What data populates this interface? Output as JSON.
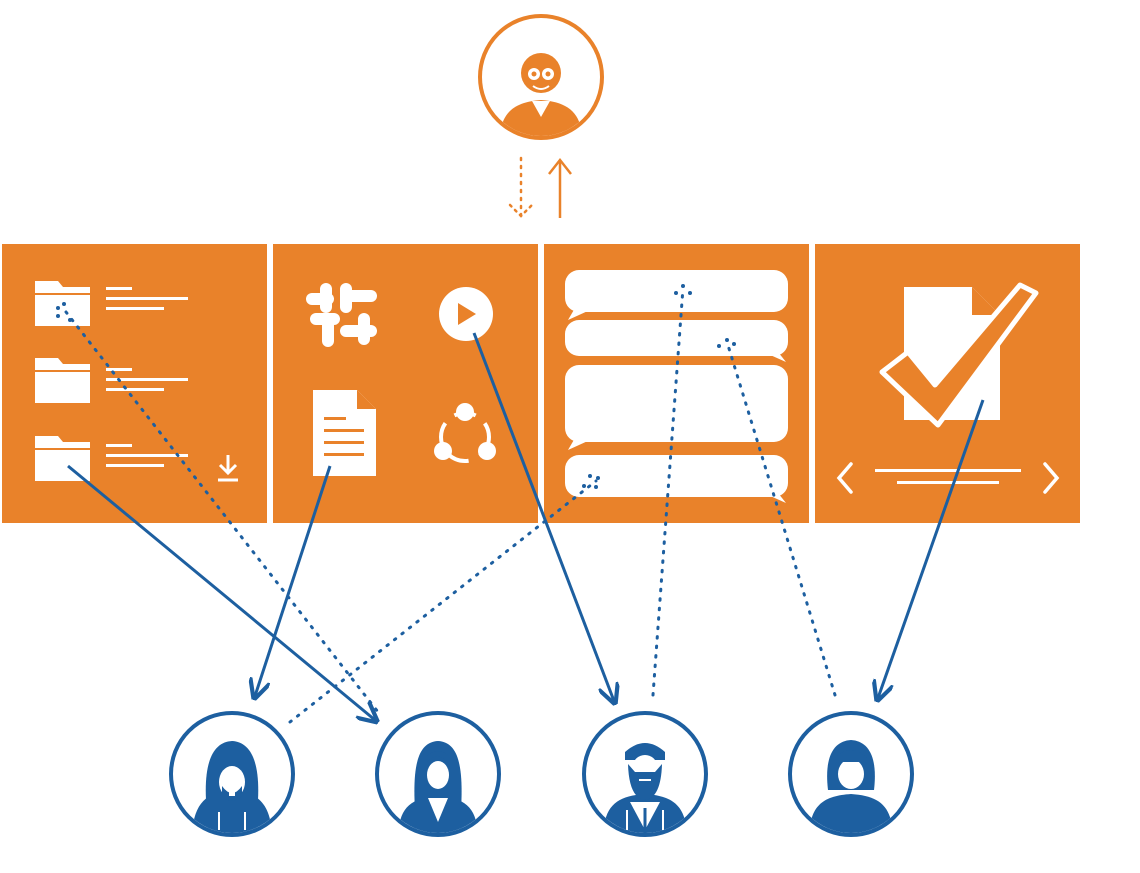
{
  "colors": {
    "orange": "#e9822a",
    "blue": "#1d5fa0",
    "white": "#ffffff",
    "skin_orange": "#e9822a"
  },
  "admin": {
    "icon": "admin-avatar-icon",
    "arrows": [
      "dotted-down-arrow",
      "solid-up-arrow"
    ]
  },
  "panels": [
    {
      "id": "files",
      "icons": [
        "folder-icon",
        "folder-icon",
        "folder-icon",
        "download-icon"
      ]
    },
    {
      "id": "apps",
      "icons": [
        "slack-icon",
        "play-icon",
        "document-icon",
        "share-icon"
      ]
    },
    {
      "id": "chat",
      "icons": [
        "message-bubble-icon",
        "message-bubble-icon",
        "message-bubble-icon",
        "message-bubble-icon"
      ]
    },
    {
      "id": "approval",
      "icons": [
        "document-check-icon",
        "chevron-left-icon",
        "chevron-right-icon"
      ]
    }
  ],
  "users": [
    {
      "id": "hooded",
      "icon": "hooded-user-avatar-icon"
    },
    {
      "id": "long-hair",
      "icon": "long-hair-user-avatar-icon"
    },
    {
      "id": "bearded",
      "icon": "bearded-user-avatar-icon"
    },
    {
      "id": "bob-hair",
      "icon": "bob-hair-user-avatar-icon"
    }
  ],
  "connections": [
    {
      "from": "folder-1",
      "to": "long-hair",
      "style": "dotted"
    },
    {
      "from": "folder-3",
      "to": "long-hair",
      "style": "solid"
    },
    {
      "from": "document",
      "to": "hooded",
      "style": "solid"
    },
    {
      "from": "hooded",
      "to": "chat-bubble-4",
      "style": "dotted"
    },
    {
      "from": "play",
      "to": "bearded",
      "style": "solid"
    },
    {
      "from": "bearded",
      "to": "chat-bubble-1",
      "style": "dotted"
    },
    {
      "from": "bob-hair",
      "to": "chat-bubble-2",
      "style": "dotted"
    },
    {
      "from": "document-check",
      "to": "bob-hair",
      "style": "solid"
    }
  ]
}
